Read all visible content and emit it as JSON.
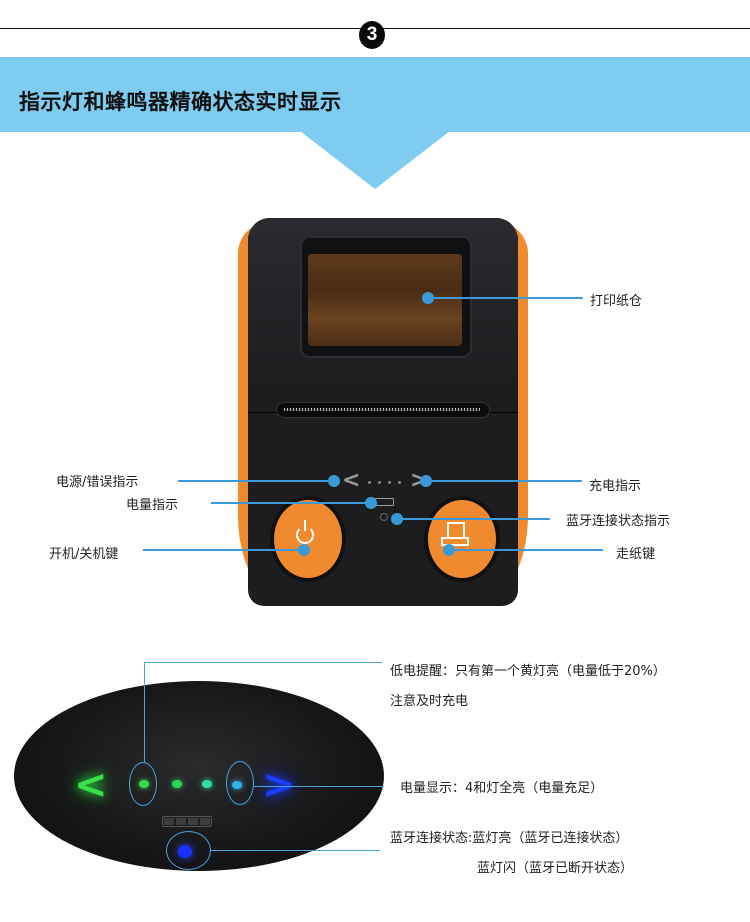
{
  "step": {
    "number": "3"
  },
  "banner": {
    "title": "指示灯和蜂鸣器精确状态实时显示",
    "color": "#7ecdf1"
  },
  "printer": {
    "body_color": "#1c1d1f",
    "accent_color": "#f08a2e",
    "indicator_dots": 4,
    "chevron_left": "<",
    "chevron_right": ">",
    "callouts": {
      "paper_bin": "打印纸仓",
      "power_error": "电源/错误指示",
      "charge": "充电指示",
      "battery": "电量指示",
      "bluetooth_status": "蓝牙连接状态指示",
      "power_key": "开机/关机键",
      "feed_key": "走纸键"
    }
  },
  "detail": {
    "chevron_left": "<",
    "chevron_right": ">",
    "led_colors": [
      "#3bd84b",
      "#2fd65a",
      "#2fe0a0",
      "#2fb6e8"
    ],
    "low_battery_line1": "低电提醒：只有第一个黄灯亮（电量低于20%）",
    "low_battery_line2": "注意及时充电",
    "battery_display": "电量显示：4和灯全亮（电量充足）",
    "bt_status_line1": "蓝牙连接状态:蓝灯亮（蓝牙已连接状态）",
    "bt_status_line2": "蓝灯闪（蓝牙已断开状态）"
  }
}
